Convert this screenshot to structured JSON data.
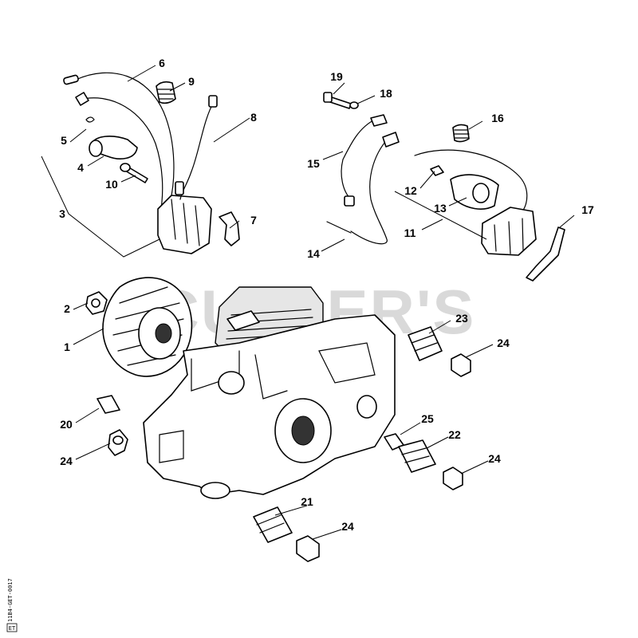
{
  "watermark": "CUTLER'S",
  "catalog_code": "11B4-GET-0017",
  "catalog_tag": "ET",
  "callouts": {
    "c1": "1",
    "c2": "2",
    "c3": "3",
    "c4": "4",
    "c5": "5",
    "c6": "6",
    "c7": "7",
    "c8": "8",
    "c9": "9",
    "c10": "10",
    "c11": "11",
    "c12": "12",
    "c13": "13",
    "c14": "14",
    "c15": "15",
    "c16": "16",
    "c17": "17",
    "c18": "18",
    "c19": "19",
    "c20": "20",
    "c21": "21",
    "c22": "22",
    "c23": "23",
    "c24a": "24",
    "c24b": "24",
    "c24c": "24",
    "c24d": "24",
    "c25": "25"
  }
}
